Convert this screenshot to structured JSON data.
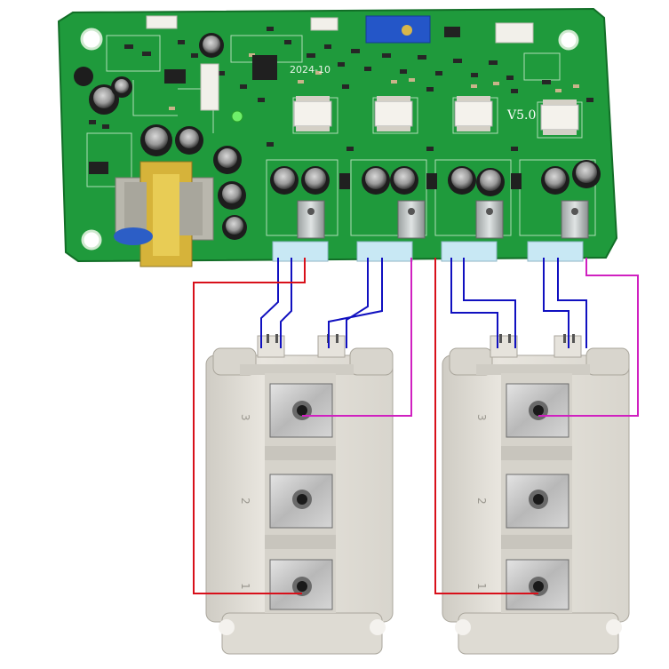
{
  "board": {
    "date_label": "2024-10",
    "version_label": "V5.0",
    "colors": {
      "pcb": "#1f9a3c",
      "pcb_dark": "#137a2c",
      "silkscreen": "#e8f5e8"
    }
  },
  "wires": {
    "colors": {
      "gate": "#1010c0",
      "power": "#d8101a",
      "emitter": "#d020c0"
    }
  },
  "modules": {
    "terminal_labels": [
      "3",
      "2",
      "1"
    ],
    "colors": {
      "body": "#e3e0d8",
      "pad": "#c9c9c9"
    }
  }
}
